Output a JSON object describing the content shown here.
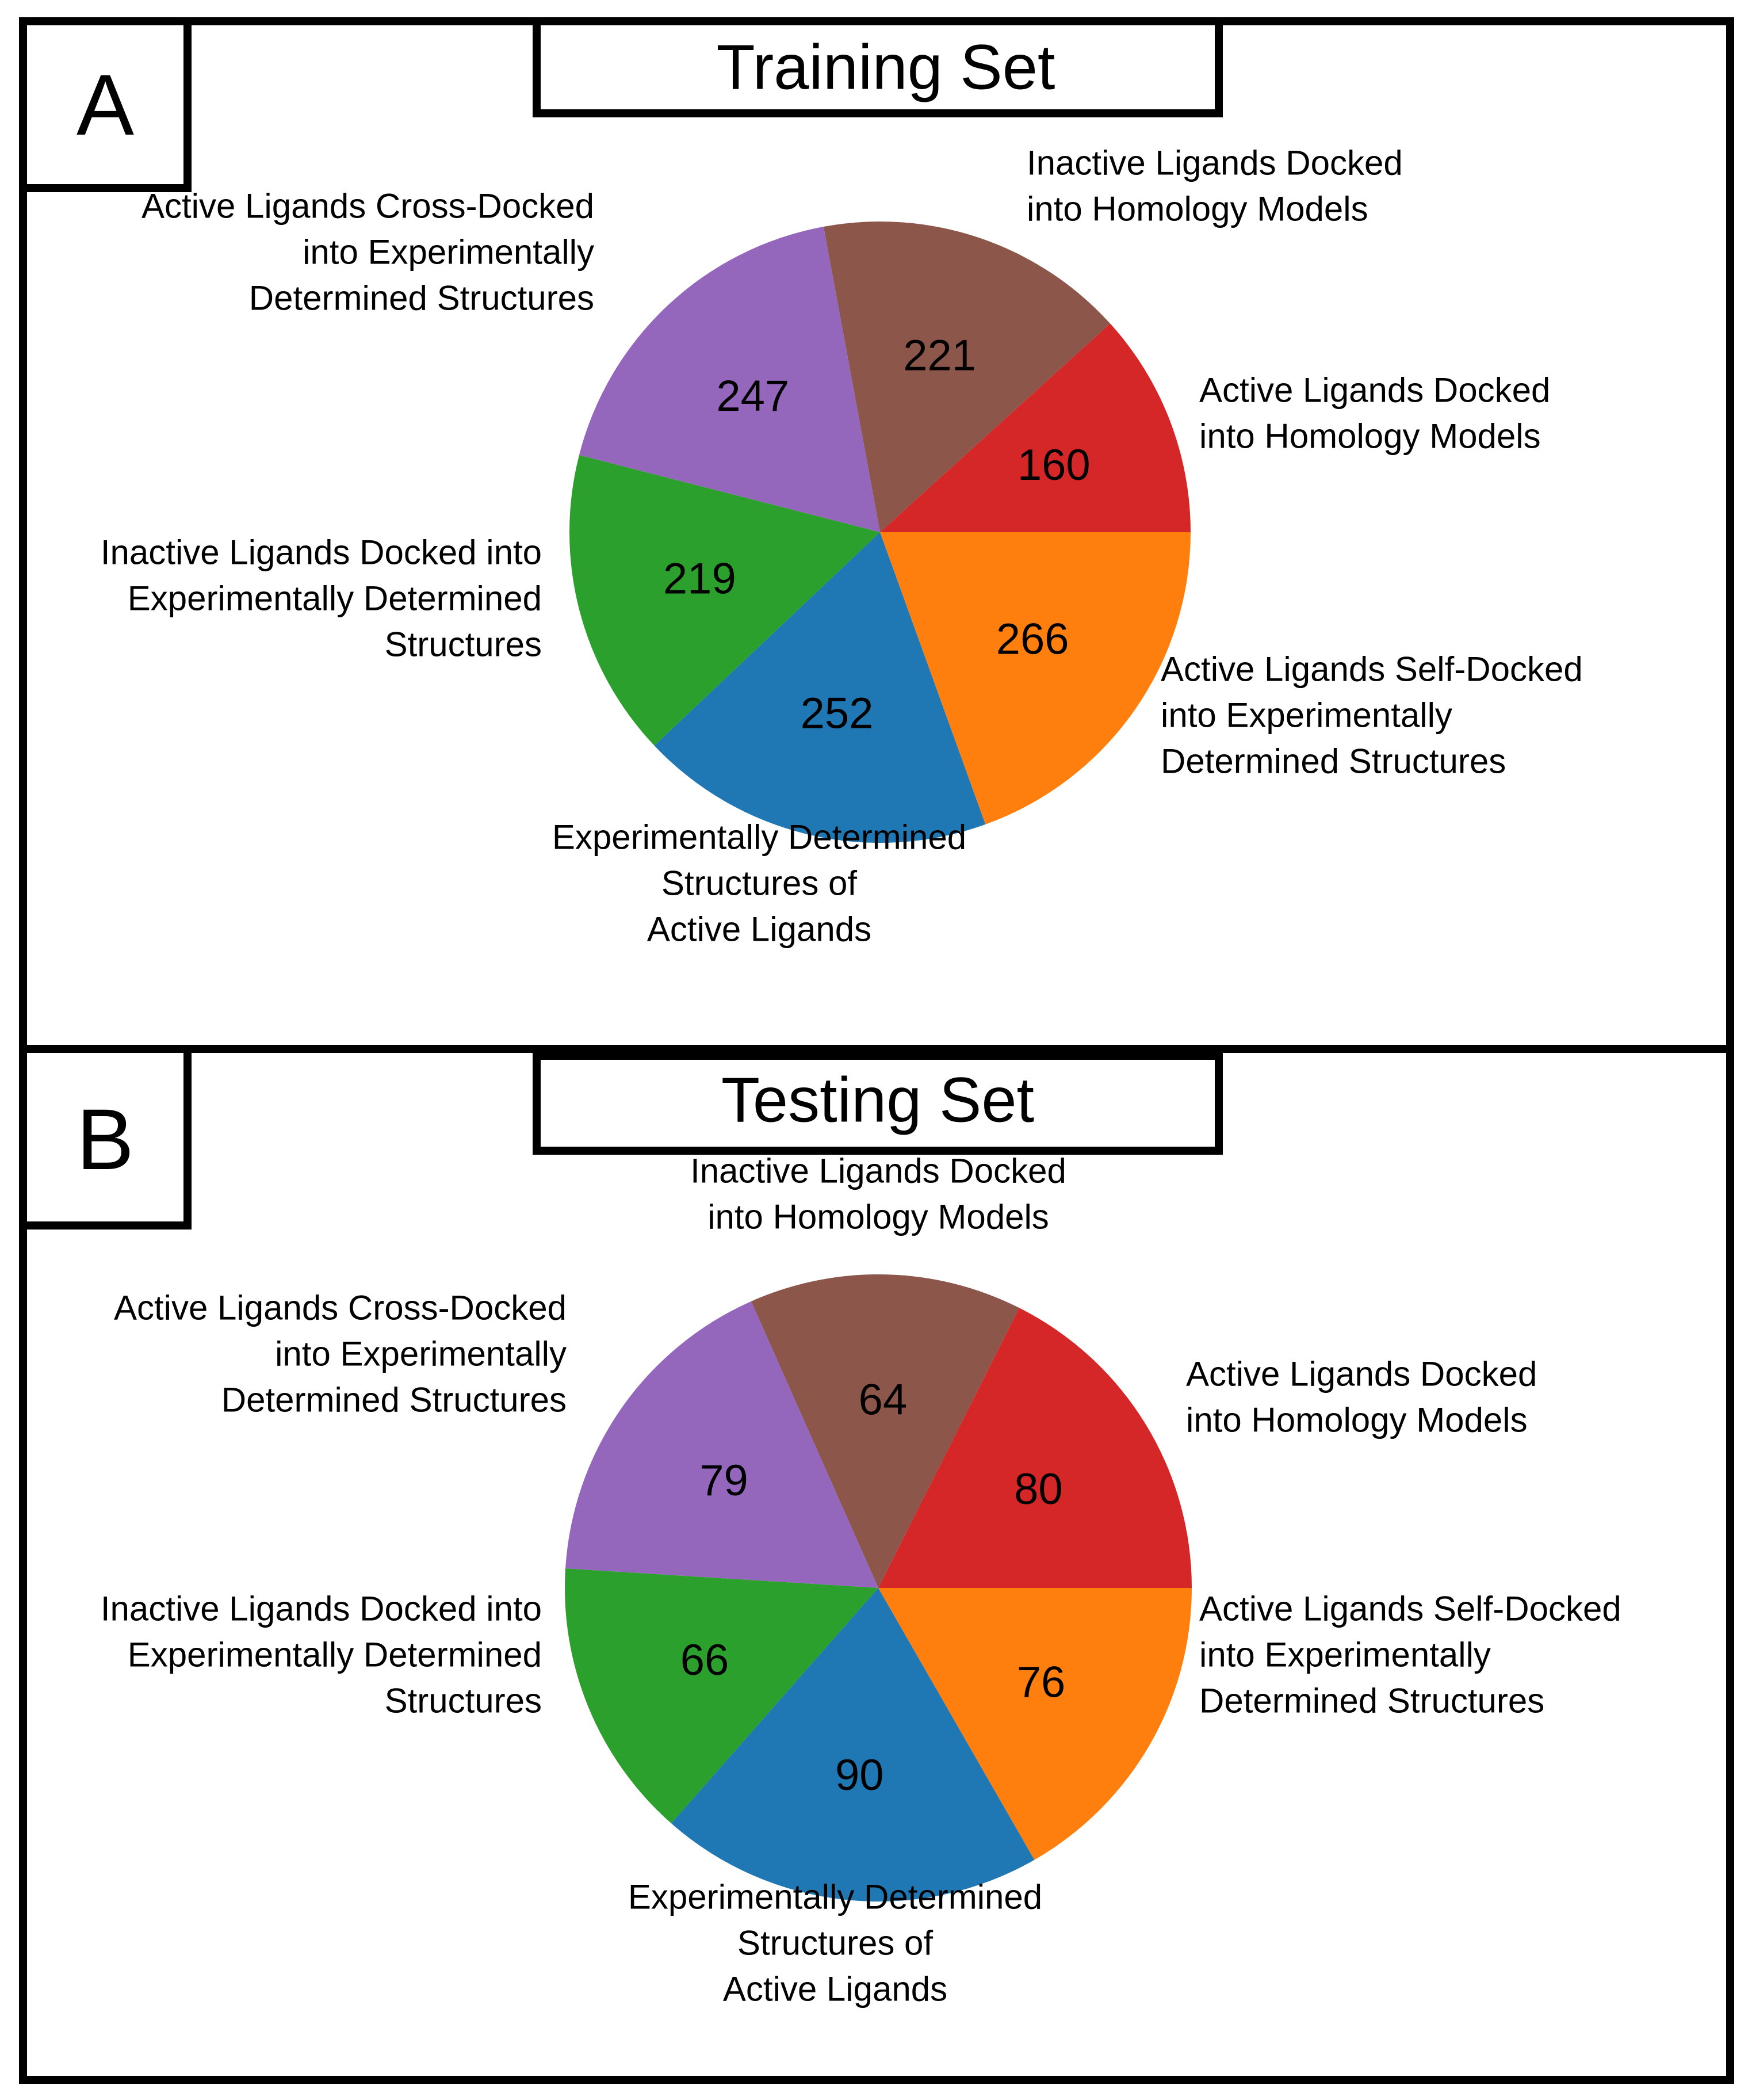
{
  "panels": [
    {
      "letter": "A",
      "title": "Training Set"
    },
    {
      "letter": "B",
      "title": "Testing Set"
    }
  ],
  "chart_data": [
    {
      "type": "pie",
      "title": "Training Set",
      "start_angle_deg": 0,
      "direction": "counterclockwise",
      "slices": [
        {
          "label": [
            "Active Ligands Docked",
            "into Homology Models"
          ],
          "value": 160,
          "color": "#d62728"
        },
        {
          "label": [
            "Inactive Ligands Docked",
            "into Homology Models"
          ],
          "value": 221,
          "color": "#8c564b"
        },
        {
          "label": [
            "Active Ligands Cross-Docked",
            "into Experimentally",
            "Determined Structures"
          ],
          "value": 247,
          "color": "#9467bd"
        },
        {
          "label": [
            "Inactive Ligands Docked into",
            "Experimentally Determined",
            "Structures"
          ],
          "value": 219,
          "color": "#2ca02c"
        },
        {
          "label": [
            "Experimentally Determined",
            "Structures of",
            "Active Ligands"
          ],
          "value": 252,
          "color": "#1f77b4"
        },
        {
          "label": [
            "Active Ligands Self-Docked",
            "into Experimentally",
            "Determined Structures"
          ],
          "value": 266,
          "color": "#ff7f0e"
        }
      ]
    },
    {
      "type": "pie",
      "title": "Testing Set",
      "start_angle_deg": 0,
      "direction": "counterclockwise",
      "slices": [
        {
          "label": [
            "Active Ligands Docked",
            "into Homology Models"
          ],
          "value": 80,
          "color": "#d62728"
        },
        {
          "label": [
            "Inactive Ligands Docked",
            "into Homology Models"
          ],
          "value": 64,
          "color": "#8c564b"
        },
        {
          "label": [
            "Active Ligands Cross-Docked",
            "into Experimentally",
            "Determined Structures"
          ],
          "value": 79,
          "color": "#9467bd"
        },
        {
          "label": [
            "Inactive Ligands Docked into",
            "Experimentally Determined",
            "Structures"
          ],
          "value": 66,
          "color": "#2ca02c"
        },
        {
          "label": [
            "Experimentally Determined",
            "Structures of",
            "Active Ligands"
          ],
          "value": 90,
          "color": "#1f77b4"
        },
        {
          "label": [
            "Active Ligands Self-Docked",
            "into Experimentally",
            "Determined Structures"
          ],
          "value": 76,
          "color": "#ff7f0e"
        }
      ]
    }
  ]
}
